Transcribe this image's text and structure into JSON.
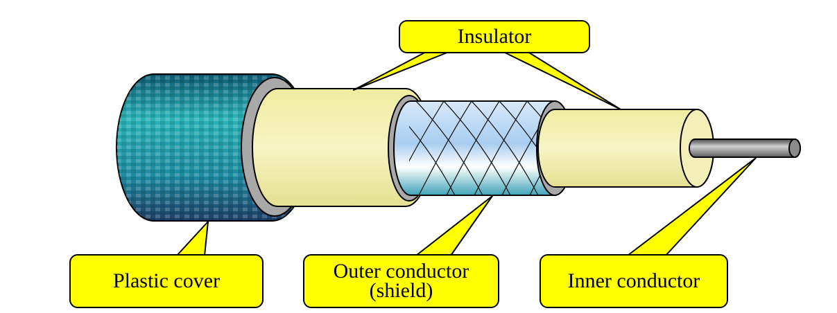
{
  "labels": {
    "insulator": "Insulator",
    "plastic_cover": "Plastic cover",
    "outer_conductor_line1": "Outer conductor",
    "outer_conductor_line2": "(shield)",
    "inner_conductor": "Inner conductor"
  },
  "colors": {
    "label_fill": "#ffff00",
    "outline": "#000000",
    "plastic_cover_dark": "#1f4f6e",
    "plastic_cover_mid": "#1d8aa0",
    "plastic_cover_light": "#2fbfbf",
    "insulator_fill": "#f3f0b2",
    "insulator_shade": "#dedb8c",
    "ring_gray": "#a9a9a9",
    "shield_light": "#cfe4f7",
    "shield_mid": "#8fbde8",
    "conductor_gray": "#7a7a7a"
  }
}
